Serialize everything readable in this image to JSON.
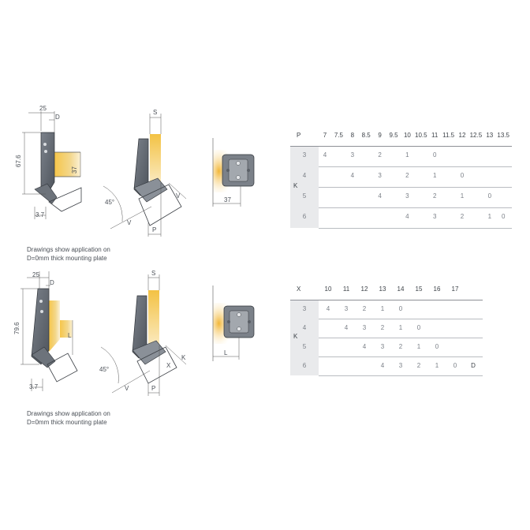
{
  "top": {
    "drawing_labels": {
      "width_25": "25",
      "d": "D",
      "height_67": "67.6",
      "plate_37": "37",
      "offset_3_7": "3.7",
      "s": "S",
      "angle": "45°",
      "v": "V",
      "p": "P",
      "v_right": "V",
      "base_37": "37"
    },
    "caption_line1": "Drawings show application on",
    "caption_line2": "D=0mm thick mounting plate",
    "table": {
      "key_label": "P",
      "side_label": "K",
      "columns": [
        "7",
        "7.5",
        "8",
        "8.5",
        "9",
        "9.5",
        "10",
        "10.5",
        "11",
        "11.5",
        "12",
        "12.5",
        "13",
        "13.5"
      ],
      "rows": [
        {
          "label": "3",
          "values": [
            "4",
            "",
            "3",
            "",
            "2",
            "",
            "1",
            "",
            "0",
            "",
            "",
            "",
            "",
            ""
          ]
        },
        {
          "label": "4",
          "values": [
            "",
            "",
            "4",
            "",
            "3",
            "",
            "2",
            "",
            "1",
            "",
            "0",
            "",
            "",
            ""
          ]
        },
        {
          "label": "5",
          "values": [
            "",
            "",
            "",
            "",
            "4",
            "",
            "3",
            "",
            "2",
            "",
            "1",
            "",
            "0",
            ""
          ]
        },
        {
          "label": "6",
          "values": [
            "",
            "",
            "",
            "",
            "",
            "",
            "4",
            "",
            "3",
            "",
            "2",
            "",
            "1",
            "0"
          ]
        }
      ]
    }
  },
  "bottom": {
    "drawing_labels": {
      "width_25": "25",
      "d": "D",
      "height_79": "79.6",
      "l": "L",
      "offset_3_7": "3.7",
      "s": "S",
      "angle": "45°",
      "v": "V",
      "p": "P",
      "k": "K",
      "x": "X",
      "l_base": "L"
    },
    "caption_line1": "Drawings show application on",
    "caption_line2": "D=0mm thick mounting plate",
    "table": {
      "key_label": "X",
      "side_label": "K",
      "columns": [
        "10",
        "11",
        "12",
        "13",
        "14",
        "15",
        "16",
        "17"
      ],
      "rows": [
        {
          "label": "3",
          "values": [
            "4",
            "3",
            "2",
            "1",
            "0",
            "",
            "",
            ""
          ]
        },
        {
          "label": "4",
          "values": [
            "",
            "4",
            "3",
            "2",
            "1",
            "0",
            "",
            ""
          ]
        },
        {
          "label": "5",
          "values": [
            "",
            "",
            "4",
            "3",
            "2",
            "1",
            "0",
            ""
          ]
        },
        {
          "label": "6",
          "values": [
            "",
            "",
            "",
            "4",
            "3",
            "2",
            "1",
            "0"
          ]
        }
      ],
      "trailing_label": "D"
    }
  }
}
